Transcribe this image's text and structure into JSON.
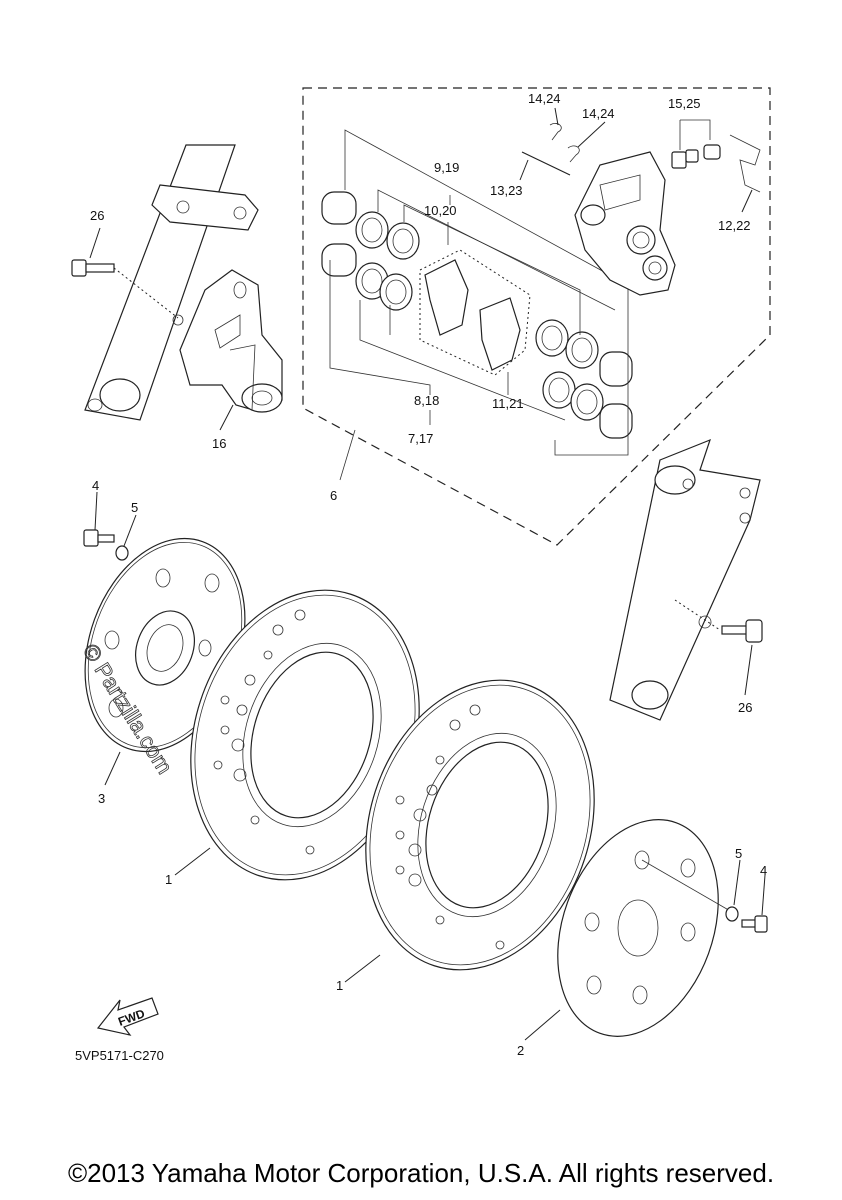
{
  "callouts": {
    "c1a": "1",
    "c1b": "1",
    "c2": "2",
    "c3": "3",
    "c4a": "4",
    "c4b": "4",
    "c5a": "5",
    "c5b": "5",
    "c6": "6",
    "c7_17": "7,17",
    "c8_18": "8,18",
    "c9_19": "9,19",
    "c10_20": "10,20",
    "c11_21": "11,21",
    "c12_22": "12,22",
    "c13_23": "13,23",
    "c14_24a": "14,24",
    "c14_24b": "14,24",
    "c15_25": "15,25",
    "c16": "16",
    "c26a": "26",
    "c26b": "26"
  },
  "fwd_label": "FWD",
  "diagram_code": "5VP5171-C270",
  "watermark": "© Partzilla.com",
  "copyright": "©2013 Yamaha Motor Corporation, U.S.A. All rights reserved."
}
